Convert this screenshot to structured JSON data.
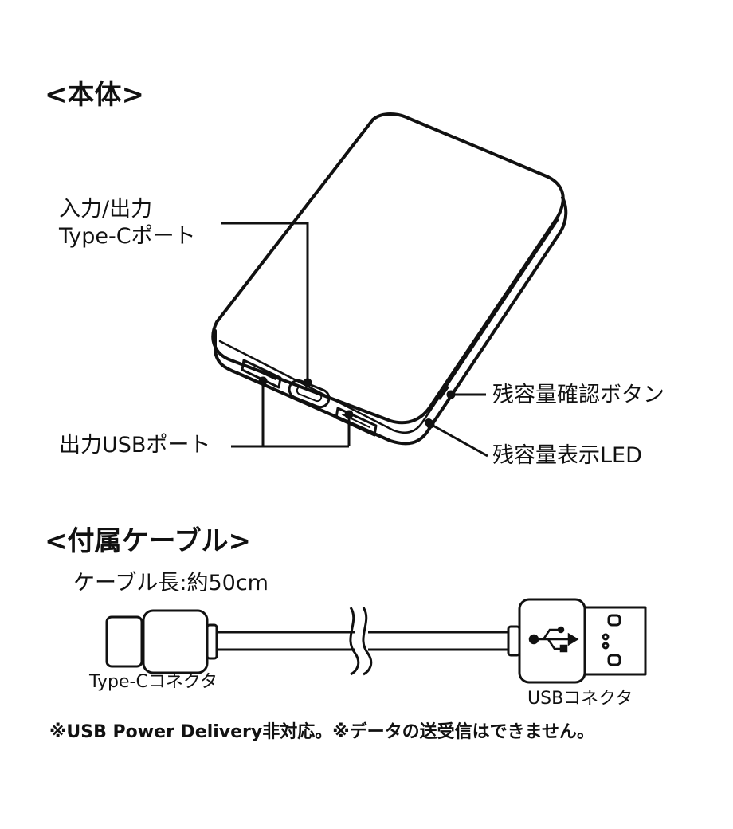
{
  "body_section": {
    "heading": "<本体>",
    "labels": {
      "type_c_port_line1": "入力/出力",
      "type_c_port_line2": "Type-Cポート",
      "usb_output_port": "出力USBポート",
      "battery_check_button": "残容量確認ボタン",
      "battery_led": "残容量表示LED"
    }
  },
  "cable_section": {
    "heading": "<付属ケーブル>",
    "length_text": "ケーブル長:約50cm",
    "type_c_connector": "Type-Cコネクタ",
    "usb_connector": "USBコネクタ",
    "usb_symbol_icon": "usb-symbol-icon"
  },
  "footnote": "※USB Power Delivery非対応。※データの送受信はできません。"
}
